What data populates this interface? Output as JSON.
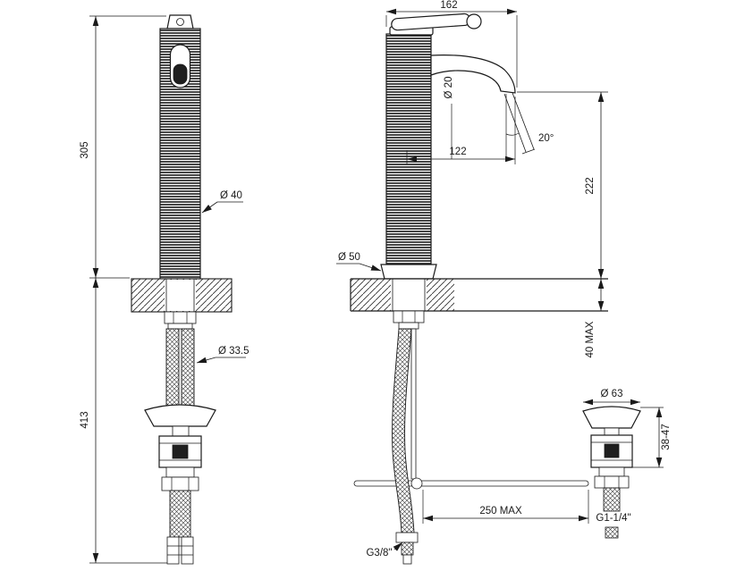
{
  "ink": "#1a1a1a",
  "drawing": {
    "front_view": {
      "dim_height_above_deck": "305",
      "dim_height_below_deck": "413",
      "dim_body_diameter": "Ø 40",
      "dim_hose_diameter": "Ø 33.5"
    },
    "side_view": {
      "dim_overall_depth": "162",
      "dim_spout_tube_diameter": "Ø 20",
      "dim_spout_reach": "122",
      "dim_stream_angle": "20°",
      "dim_spout_height": "222",
      "dim_base_diameter": "Ø 50",
      "dim_deck_thickness": "40 MAX",
      "dim_waste_flange_diameter": "Ø 63",
      "dim_waste_height_range": "38-47",
      "dim_rod_length": "250 MAX",
      "thread_waste": "G1-1/4\"",
      "thread_supply": "G3/8\""
    }
  }
}
